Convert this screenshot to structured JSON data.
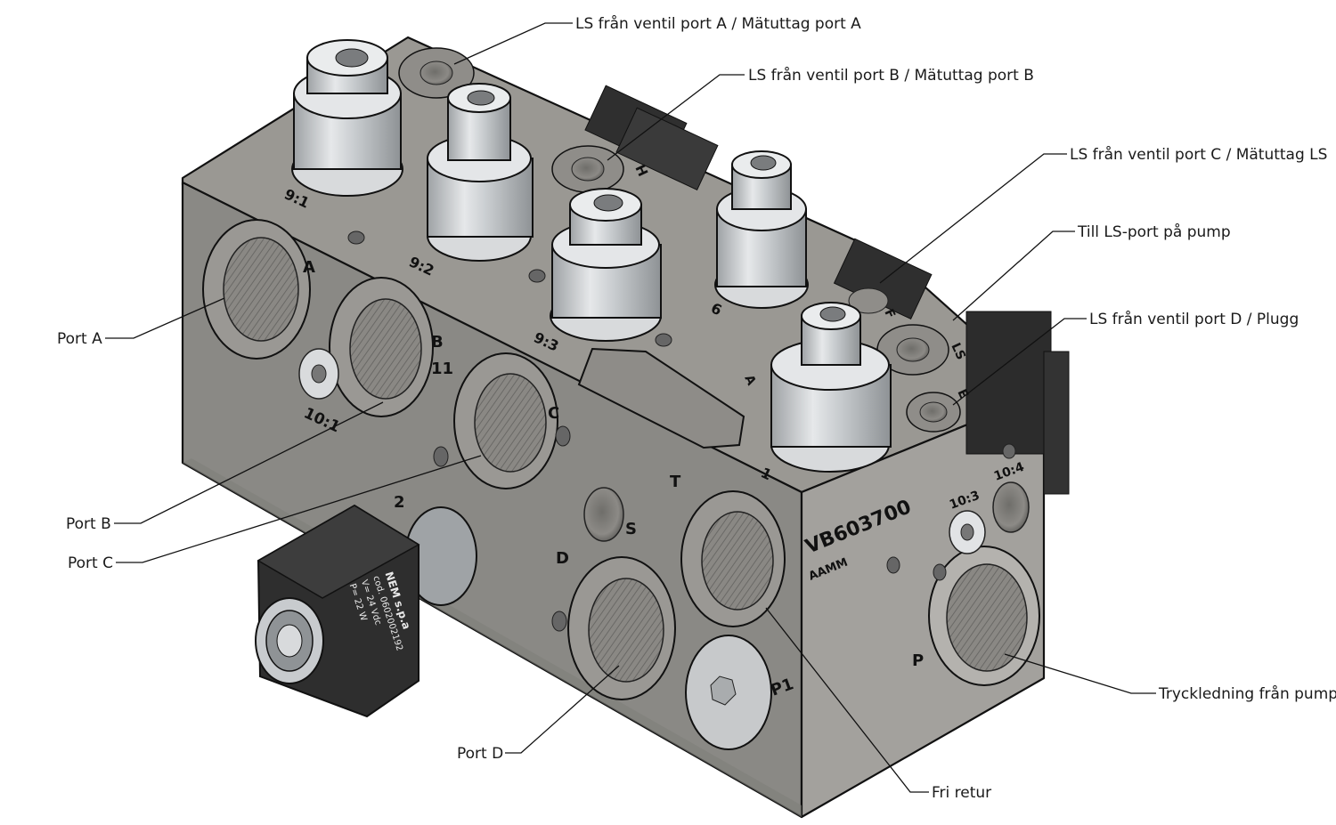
{
  "callouts": {
    "ls_a": "LS från ventil port A / Mätuttag port A",
    "ls_b": "LS från ventil port B / Mätuttag port B",
    "ls_c": "LS från ventil port C / Mätuttag LS",
    "till_ls": "Till LS-port på pump",
    "ls_d": "LS från ventil port D / Plugg",
    "port_a": "Port A",
    "port_b": "Port B",
    "port_c": "Port C",
    "port_d": "Port D",
    "fri_retur": "Fri retur",
    "tryck": "Tryckledning från pump"
  },
  "engravings": {
    "a": "A",
    "b": "B",
    "c": "C",
    "d": "D",
    "t": "T",
    "s": "S",
    "p": "P",
    "p1": "P1",
    "h": "H",
    "f": "F",
    "ls": "LS",
    "e": "E",
    "a_top": "A",
    "eleven": "11",
    "two": "2",
    "c91": "9:1",
    "c92": "9:2",
    "c93": "9:3",
    "c6": "6",
    "c1": "1",
    "c101": "10:1",
    "c103": "10:3",
    "c104": "10:4",
    "model": "VB603700",
    "maker": "AAMM"
  },
  "coil": {
    "line1": "NEM s.p.a",
    "line2": "cod. 0602002192",
    "line3": "V= 24 Vdc",
    "line4": "P= 22 W"
  },
  "colors": {
    "top_face": "#9a9893",
    "front_face": "#8a8985",
    "right_face": "#a3a19d",
    "steel": "#cfd2d4",
    "coil": "#2e2e2e"
  }
}
